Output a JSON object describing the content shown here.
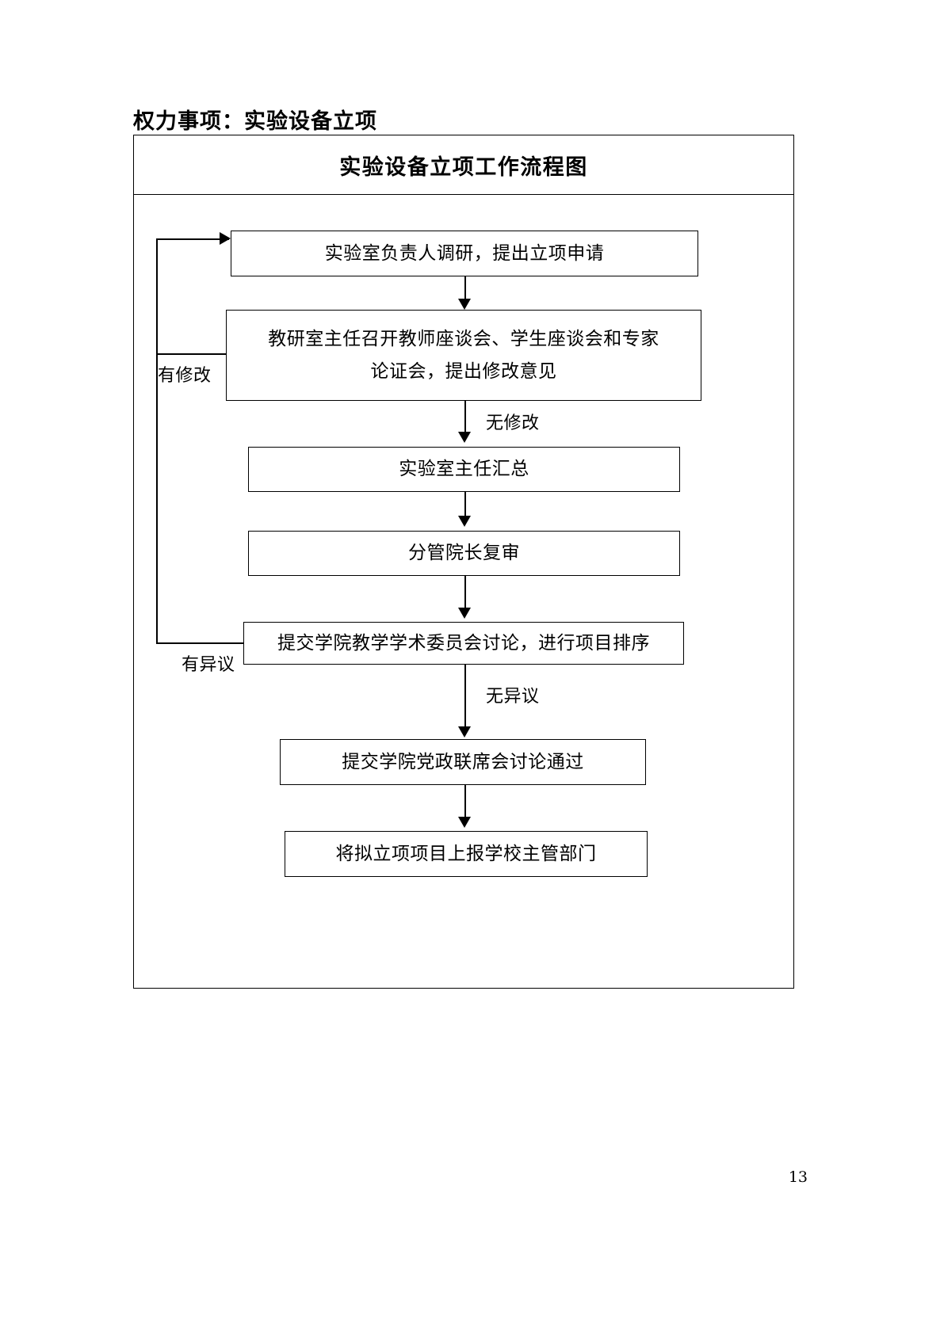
{
  "document": {
    "heading": "权力事项：实验设备立项",
    "page_number": "13"
  },
  "flowchart": {
    "title": "实验设备立项工作流程图",
    "nodes": [
      {
        "id": "n1",
        "lines": [
          "实验室负责人调研，提出立项申请"
        ]
      },
      {
        "id": "n2",
        "lines": [
          "教研室主任召开教师座谈会、学生座谈会和专家",
          "论证会，提出修改意见"
        ]
      },
      {
        "id": "n3",
        "lines": [
          "实验室主任汇总"
        ]
      },
      {
        "id": "n4",
        "lines": [
          "分管院长复审"
        ]
      },
      {
        "id": "n5",
        "lines": [
          "提交学院教学学术委员会讨论，进行项目排序"
        ]
      },
      {
        "id": "n6",
        "lines": [
          "提交学院党政联席会讨论通过"
        ]
      },
      {
        "id": "n7",
        "lines": [
          "将拟立项项目上报学校主管部门"
        ]
      }
    ],
    "edge_labels": {
      "revision_yes": "有修改",
      "revision_no": "无修改",
      "objection_yes": "有异议",
      "objection_no": "无异议"
    }
  }
}
